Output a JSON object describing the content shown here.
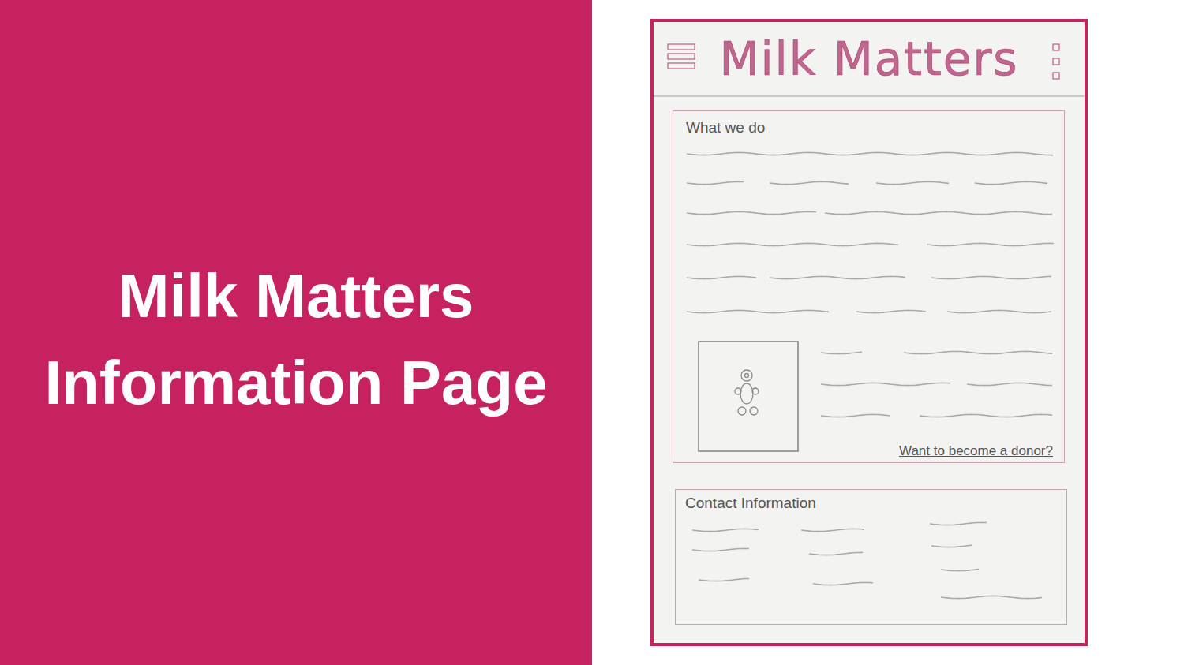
{
  "diagram": {
    "title": "Milk Matters Information Page",
    "nodes": [
      {
        "text": [
          "Milk Matters"
        ]
      },
      {
        "text": [
          "What we do",
          "Want to become a donor?"
        ]
      },
      {
        "text": [
          "Contact Information"
        ]
      }
    ]
  }
}
